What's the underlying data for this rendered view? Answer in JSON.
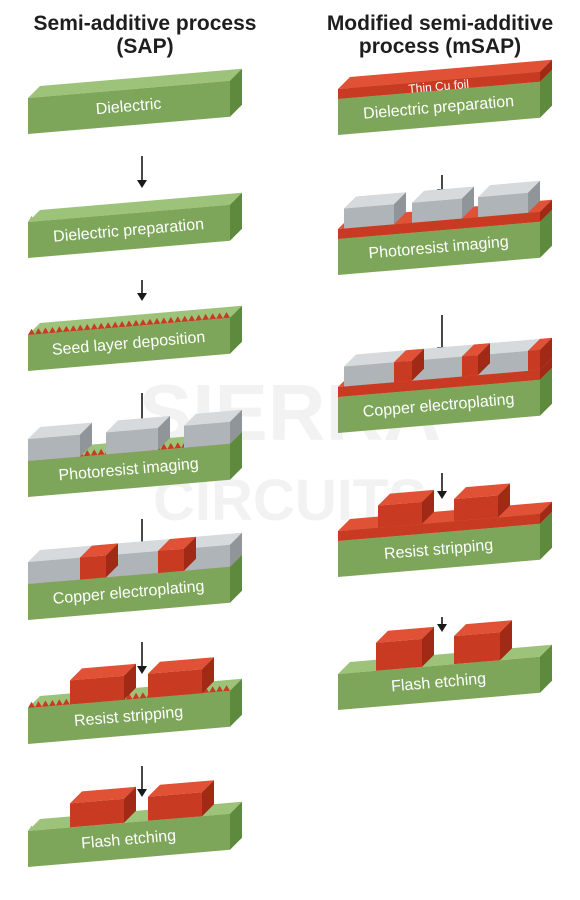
{
  "sap": {
    "title_line1": "Semi-additive process",
    "title_line2": "(SAP)",
    "steps": [
      "Dielectric",
      "Dielectric preparation",
      "Seed layer deposition",
      "Photoresist imaging",
      "Copper electroplating",
      "Resist stripping",
      "Flash etching"
    ]
  },
  "msap": {
    "title_line1": "Modified semi-additive",
    "title_line2": "process (mSAP)",
    "foil_label": "Thin Cu foil",
    "steps": [
      "Dielectric preparation",
      "Photoresist imaging",
      "Copper electroplating",
      "Resist stripping",
      "Flash etching"
    ]
  },
  "watermark": {
    "line1": "SIERRA",
    "line2": "CIRCUITS"
  },
  "colors": {
    "dielectric_front": "#7da65a",
    "dielectric_top": "#9dc279",
    "dielectric_side": "#5e8a3e",
    "copper_front": "#c83b22",
    "copper_top": "#e05136",
    "copper_side": "#a02a16",
    "resist_front": "#aeb4b7",
    "resist_top": "#d6dadd",
    "resist_side": "#8f9598",
    "arrow": "#1a1a1a"
  }
}
